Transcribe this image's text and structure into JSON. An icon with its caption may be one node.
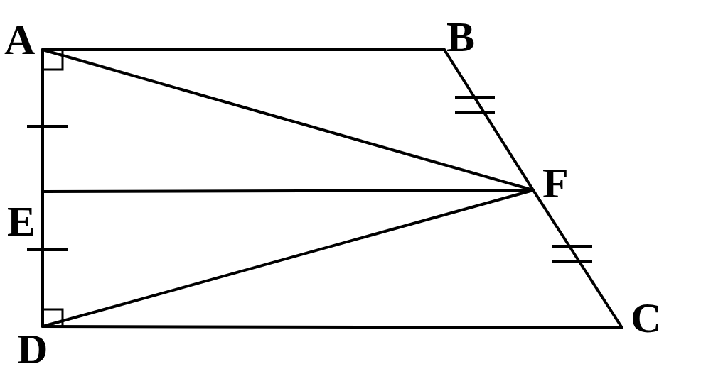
{
  "diagram": {
    "nodes": [
      {
        "text": [
          "A"
        ]
      },
      {
        "text": [
          "B"
        ]
      },
      {
        "text": [
          "F"
        ]
      },
      {
        "text": [
          "E"
        ]
      },
      {
        "text": [
          "C"
        ]
      },
      {
        "text": [
          "D"
        ]
      }
    ],
    "edges": [
      {
        "from": 0,
        "to": 1,
        "arrow": "none"
      },
      {
        "from": 1,
        "to": 2,
        "arrow": "none"
      },
      {
        "from": 2,
        "to": 4,
        "arrow": "none"
      },
      {
        "from": 5,
        "to": 4,
        "arrow": "none"
      },
      {
        "from": 0,
        "to": 3,
        "arrow": "none"
      },
      {
        "from": 3,
        "to": 5,
        "arrow": "none"
      },
      {
        "from": 0,
        "to": 2,
        "arrow": "none"
      },
      {
        "from": 3,
        "to": 2,
        "arrow": "none"
      },
      {
        "from": 5,
        "to": 2,
        "arrow": "none"
      }
    ]
  }
}
